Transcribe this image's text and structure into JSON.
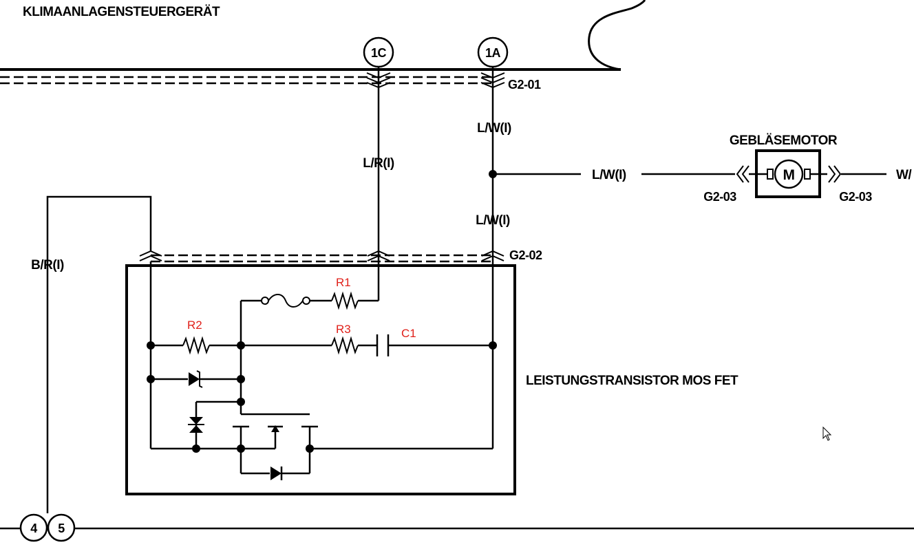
{
  "title": "KLIMAANLAGENSTEUERGERÄT",
  "connectors": {
    "c1C": "1C",
    "c1A": "1A",
    "c4": "4",
    "c5": "5"
  },
  "connector_codes": {
    "g201": "G2-01",
    "g202": "G2-02",
    "g203_left": "G2-03",
    "g203_right": "G2-03"
  },
  "wire_labels": {
    "lw_top": "L/W(I)",
    "lr": "L/R(I)",
    "lw_mid": "L/W(I)",
    "lw_horizontal": "L/W(I)",
    "br": "B/R(I)",
    "w_cut": "W/"
  },
  "components": {
    "motor_label": "GEBLÄSEMOTOR",
    "motor_symbol": "M",
    "transistor_label": "LEISTUNGSTRANSISTOR MOS FET",
    "R1": "R1",
    "R2": "R2",
    "R3": "R3",
    "C1": "C1"
  },
  "colors": {
    "line": "#000000",
    "annotation_red": "#e0201a"
  }
}
